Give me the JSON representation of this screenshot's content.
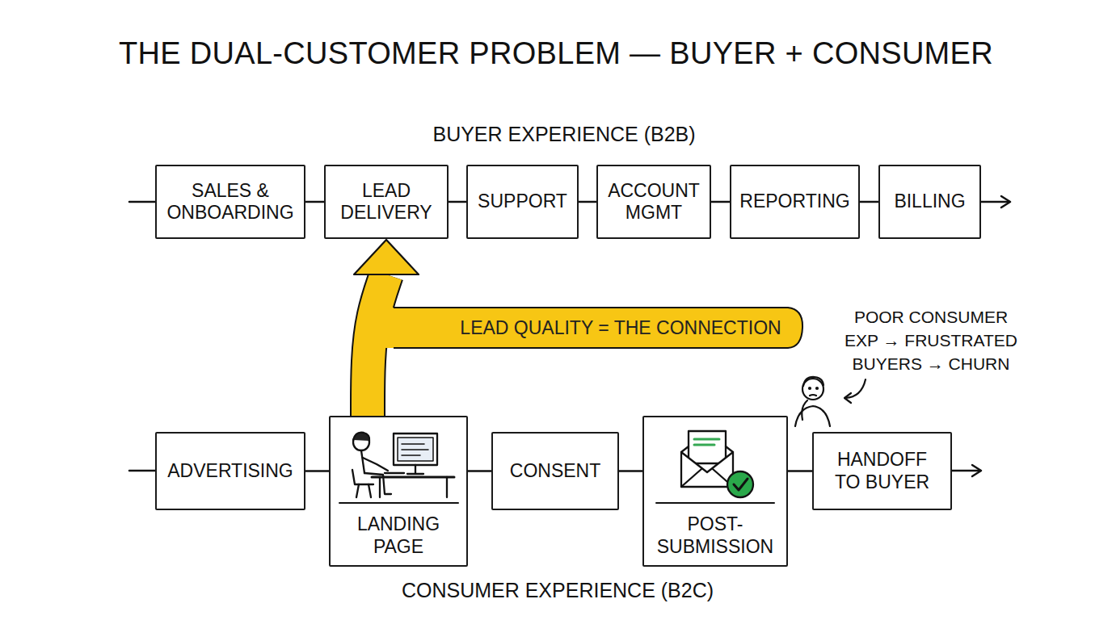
{
  "diagram": {
    "title": "THE DUAL-CUSTOMER PROBLEM — BUYER + CONSUMER",
    "nodes": [
      {
        "text": [
          "SALES & ONBOARDING"
        ]
      },
      {
        "text": [
          "LEAD DELIVERY"
        ]
      },
      {
        "text": [
          "SUPPORT"
        ]
      },
      {
        "text": [
          "ACCOUNT MGMT"
        ]
      },
      {
        "text": [
          "REPORTING"
        ]
      },
      {
        "text": [
          "BILLING"
        ]
      },
      {
        "text": [
          "ADVERTISING"
        ]
      },
      {
        "text": [
          "LANDING PAGE"
        ]
      },
      {
        "text": [
          "CONSENT"
        ]
      },
      {
        "text": [
          "POST- SUBMISSION"
        ]
      },
      {
        "text": [
          "HANDOFF TO BUYER"
        ]
      }
    ],
    "edges": [
      {
        "from": 0,
        "to": 1,
        "arrow": "none"
      },
      {
        "from": 1,
        "to": 2,
        "arrow": "none"
      },
      {
        "from": 2,
        "to": 3,
        "arrow": "none"
      },
      {
        "from": 3,
        "to": 4,
        "arrow": "none"
      },
      {
        "from": 4,
        "to": 5,
        "arrow": "none"
      },
      {
        "from": 6,
        "to": 7,
        "arrow": "none"
      },
      {
        "from": 7,
        "to": 8,
        "arrow": "none"
      },
      {
        "from": 8,
        "to": 9,
        "arrow": "none"
      },
      {
        "from": 9,
        "to": 10,
        "arrow": "none"
      },
      {
        "from": 7,
        "to": 1,
        "label": "LEAD QUALITY = THE CONNECTION",
        "arrow": "to"
      }
    ],
    "labels": [
      "BUYER EXPERIENCE (B2B)",
      "POOR CONSUMER EXP → FRUSTRATED BUYERS → CHURN",
      "CONSUMER EXPERIENCE (B2C)"
    ]
  }
}
